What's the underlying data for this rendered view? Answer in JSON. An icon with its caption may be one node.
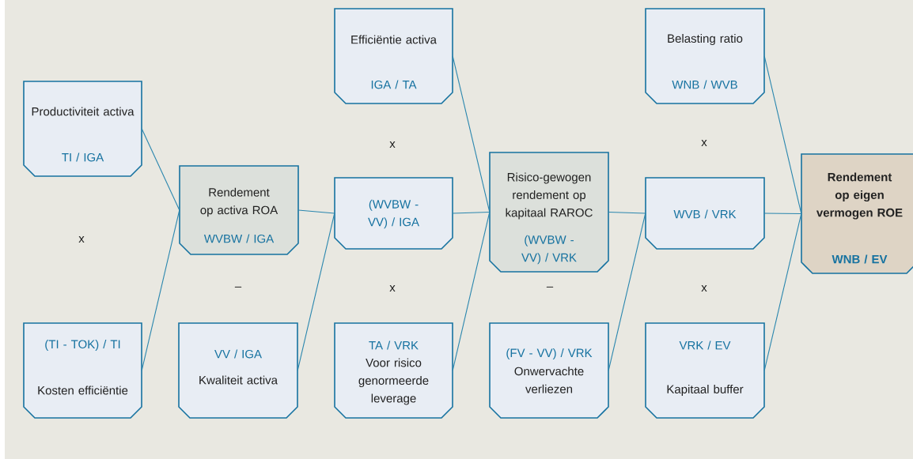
{
  "diagram": {
    "nodes": [
      {
        "text": [
          "Productiviteit activa",
          "TI / IGA"
        ]
      },
      {
        "text": [
          "(TI - TOK) / TI",
          "Kosten efficiëntie"
        ]
      },
      {
        "text": [
          "Rendement op activa ROA",
          "WVBW / IGA"
        ]
      },
      {
        "text": [
          "VV / IGA",
          "Kwaliteit activa"
        ]
      },
      {
        "text": [
          "Efficiëntie activa",
          "IGA / TA"
        ]
      },
      {
        "text": [
          "(WVBW -  VV) / IGA"
        ]
      },
      {
        "text": [
          "TA / VRK",
          "Voor risico genormeerde leverage"
        ]
      },
      {
        "text": [
          "Risico-gewogen rendement op kapitaal RAROC",
          "(WVBW -  VV) / VRK"
        ]
      },
      {
        "text": [
          "(FV - VV) / VRK",
          "Onwervachte verliezen"
        ]
      },
      {
        "text": [
          "Belasting ratio",
          "WNB / WVB"
        ]
      },
      {
        "text": [
          "WVB / VRK"
        ]
      },
      {
        "text": [
          "VRK / EV",
          "Kapitaal buffer"
        ]
      },
      {
        "text": [
          "Rendement op eigen vermogen ROE",
          "WNB / EV"
        ]
      }
    ],
    "edges": [
      {
        "from": 0,
        "to": 2,
        "arrow": "none"
      },
      {
        "from": 1,
        "to": 2,
        "arrow": "none"
      },
      {
        "from": 2,
        "to": 5,
        "arrow": "none"
      },
      {
        "from": 3,
        "to": 5,
        "arrow": "none"
      },
      {
        "from": 4,
        "to": 7,
        "arrow": "none"
      },
      {
        "from": 5,
        "to": 7,
        "arrow": "none"
      },
      {
        "from": 6,
        "to": 7,
        "arrow": "none"
      },
      {
        "from": 7,
        "to": 10,
        "arrow": "none"
      },
      {
        "from": 8,
        "to": 10,
        "arrow": "none"
      },
      {
        "from": 9,
        "to": 12,
        "arrow": "none"
      },
      {
        "from": 10,
        "to": 12,
        "arrow": "none"
      },
      {
        "from": 11,
        "to": 12,
        "arrow": "none"
      }
    ],
    "labels": [
      "x",
      "x",
      "x",
      "–",
      "x",
      "–",
      "x"
    ]
  }
}
